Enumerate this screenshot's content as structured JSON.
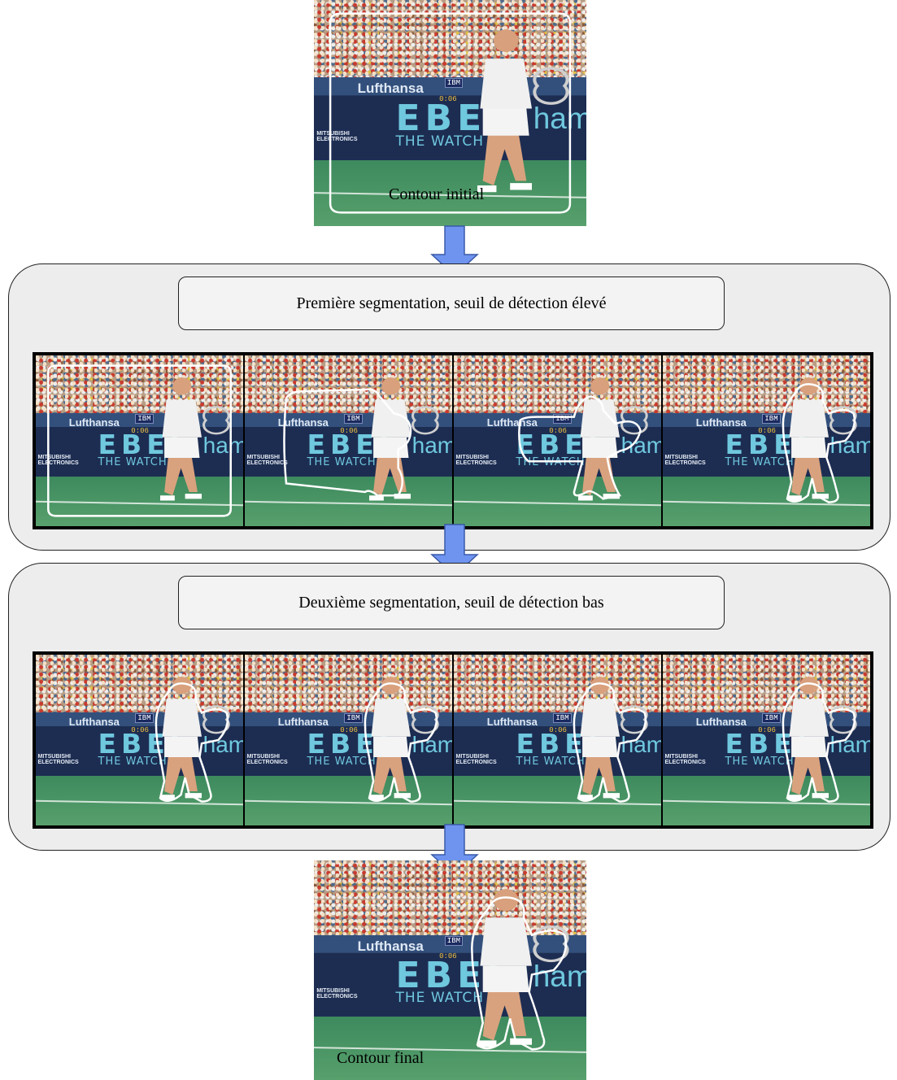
{
  "top_image": {
    "caption": "Contour initial",
    "contour": "rect"
  },
  "stage1": {
    "label": "Première segmentation, seuil de détection élevé",
    "frames": [
      {
        "contour": "rect"
      },
      {
        "contour": "shrink1"
      },
      {
        "contour": "shrink2"
      },
      {
        "contour": "body"
      }
    ]
  },
  "stage2": {
    "label": "Deuxième segmentation, seuil de détection bas",
    "frames": [
      {
        "contour": "body"
      },
      {
        "contour": "body"
      },
      {
        "contour": "body"
      },
      {
        "contour": "body"
      }
    ]
  },
  "bottom_image": {
    "caption": "Contour final",
    "contour": "body"
  },
  "frame_text": {
    "lufthansa": "Lufthansa",
    "ebel": "EBEL",
    "the_watch": "THE WATCH",
    "mitsubishi_1": "MITSUBISHI",
    "mitsubishi_2": "ELECTRONICS",
    "ham": "ham",
    "ibm": "IBM",
    "scoreboard": "0:06"
  },
  "colors": {
    "arrow": "#6f94f0",
    "contour": "#ffffff",
    "group_background": "#ededed"
  }
}
